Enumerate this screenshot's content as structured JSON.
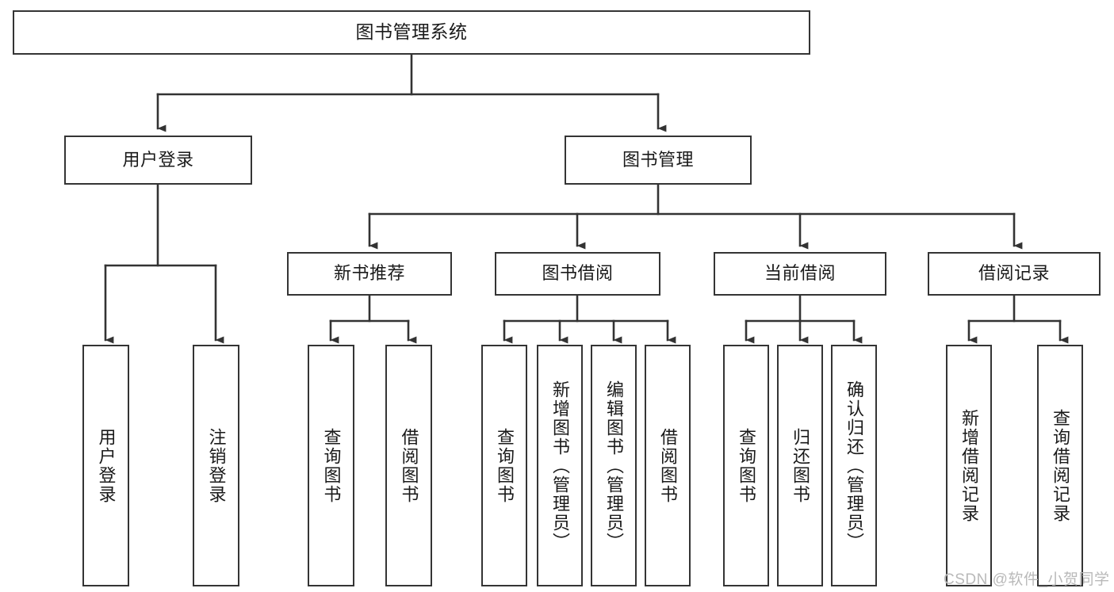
{
  "diagram": {
    "title": "图书管理系统",
    "type": "tree-hierarchy-chart",
    "watermark": "CSDN @软件_小贺同学",
    "colors": {
      "box_border": "#343434",
      "box_fill": "#ffffff",
      "connector": "#333333",
      "text": "#1a1a1a",
      "watermark": "#b9b9b9"
    },
    "levels": {
      "level1": "系统",
      "level2": "模块",
      "level3": "子模块",
      "level4": "功能"
    }
  },
  "nodes": {
    "root": {
      "label": "图书管理系统"
    },
    "level2": [
      {
        "id": "user-login",
        "label": "用户登录"
      },
      {
        "id": "book-manage",
        "label": "图书管理"
      }
    ],
    "level3": [
      {
        "id": "new-book-recommend",
        "label": "新书推荐"
      },
      {
        "id": "book-borrow",
        "label": "图书借阅"
      },
      {
        "id": "current-borrow",
        "label": "当前借阅"
      },
      {
        "id": "borrow-record",
        "label": "借阅记录"
      }
    ],
    "leaves": {
      "user_login": [
        {
          "id": "leaf-user-login",
          "label": "用户登录"
        },
        {
          "id": "leaf-logout-login",
          "label": "注销登录"
        }
      ],
      "new_book_recommend": [
        {
          "id": "leaf-query-book-1",
          "label": "查询图书"
        },
        {
          "id": "leaf-borrow-book-1",
          "label": "借阅图书"
        }
      ],
      "book_borrow": [
        {
          "id": "leaf-query-book-2",
          "label": "查询图书"
        },
        {
          "id": "leaf-add-book",
          "label": "新增图书（管理员）"
        },
        {
          "id": "leaf-edit-book",
          "label": "编辑图书（管理员）"
        },
        {
          "id": "leaf-borrow-book-2",
          "label": "借阅图书"
        }
      ],
      "current_borrow": [
        {
          "id": "leaf-query-book-3",
          "label": "查询图书"
        },
        {
          "id": "leaf-return-book",
          "label": "归还图书"
        },
        {
          "id": "leaf-confirm-return",
          "label": "确认归还（管理员）"
        }
      ],
      "borrow_record": [
        {
          "id": "leaf-add-record",
          "label": "新增借阅记录"
        },
        {
          "id": "leaf-query-record",
          "label": "查询借阅记录"
        }
      ]
    }
  }
}
